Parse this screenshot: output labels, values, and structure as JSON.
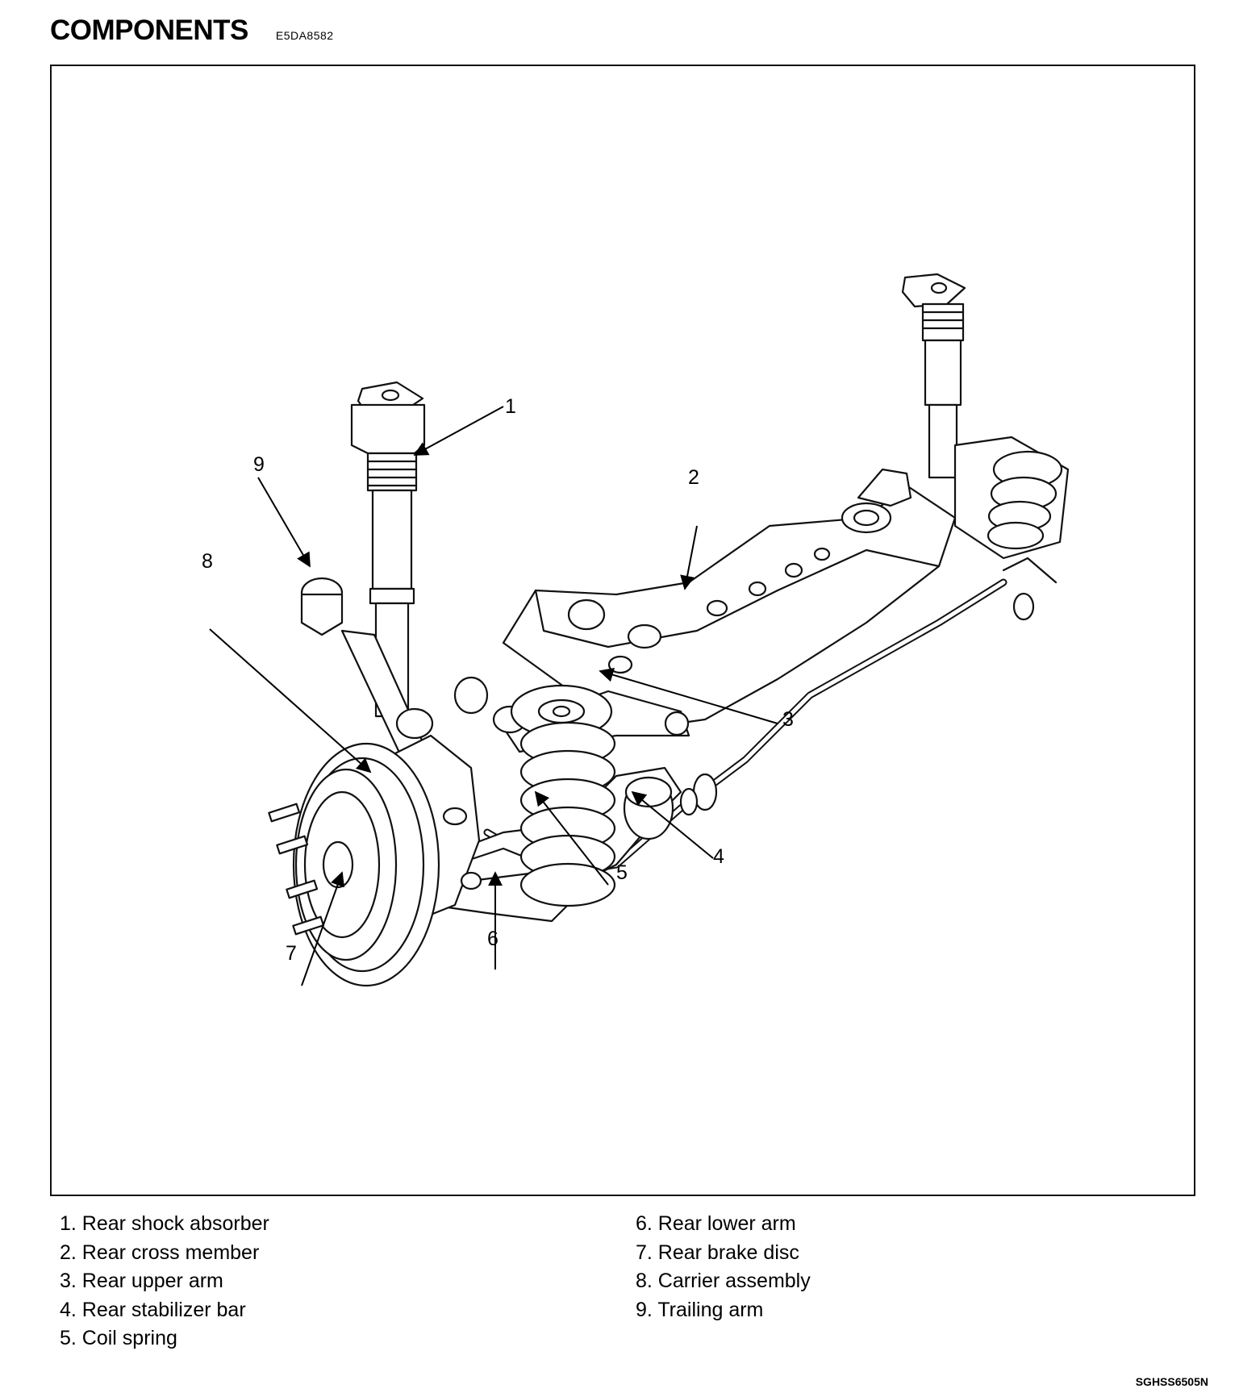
{
  "header": {
    "title": "COMPONENTS",
    "code": "E5DA8582"
  },
  "callouts": [
    "1",
    "2",
    "3",
    "4",
    "5",
    "6",
    "7",
    "8",
    "9"
  ],
  "legend": {
    "left": [
      "1. Rear shock absorber",
      "2. Rear cross member",
      "3. Rear upper arm",
      "4. Rear stabilizer bar",
      "5. Coil spring"
    ],
    "right": [
      "6. Rear lower arm",
      "7. Rear brake disc",
      "8. Carrier assembly",
      "9. Trailing arm"
    ]
  },
  "doc_id": "SGHSS6505N"
}
